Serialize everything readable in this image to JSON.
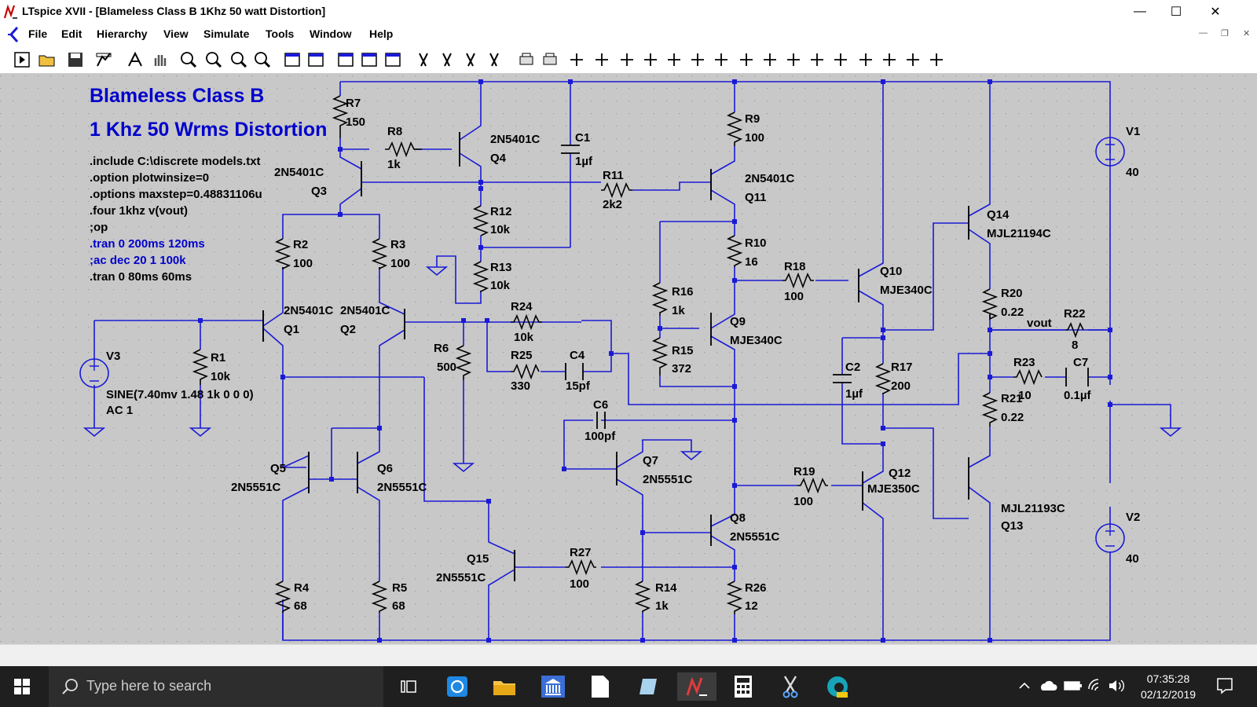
{
  "window": {
    "title": "LTspice XVII - [Blameless Class B 1Khz 50 watt Distortion]",
    "minimize": "—",
    "maximize": "☐",
    "close": "✕"
  },
  "menu": [
    "File",
    "Edit",
    "Hierarchy",
    "View",
    "Simulate",
    "Tools",
    "Window",
    "Help"
  ],
  "toolbar_icons": [
    "run",
    "open",
    "save",
    "control-panel",
    "run-sim",
    "pan",
    "zoom-in",
    "zoom-fit",
    "zoom-out",
    "zoom-cancel",
    "tile-horizontal",
    "tile-vertical",
    "window-a",
    "window-b",
    "window-c",
    "cut",
    "copy",
    "paste",
    "find",
    "print",
    "print-setup",
    "draw-wire",
    "ground",
    "label-net",
    "resistor",
    "capacitor",
    "inductor",
    "diode",
    "component",
    "move",
    "drag",
    "undo",
    "redo",
    "rotate",
    "mirror",
    "text",
    "spice-directive"
  ],
  "schematic": {
    "title_line1": "Blameless Class B",
    "title_line2": "1 Khz 50 Wrms Distortion",
    "directives": [
      {
        "text": ".include C:\\discrete models.txt",
        "color": "#000000"
      },
      {
        "text": ".option plotwinsize=0",
        "color": "#000000"
      },
      {
        "text": ".options maxstep=0.48831106u",
        "color": "#000000"
      },
      {
        "text": ".four 1khz v(vout)",
        "color": "#000000"
      },
      {
        "text": ";op",
        "color": "#000000"
      },
      {
        "text": ".tran 0 200ms 120ms",
        "color": "#0000cc"
      },
      {
        "text": ";ac dec 20 1 100k",
        "color": "#0000cc"
      },
      {
        "text": ".tran 0 80ms 60ms",
        "color": "#000000"
      }
    ],
    "labels": {
      "R7": "R7",
      "R7v": "150",
      "R8": "R8",
      "R8v": "1k",
      "Q3p": "2N5401C",
      "Q3": "Q3",
      "Q4p": "2N5401C",
      "Q4": "Q4",
      "C1": "C1",
      "C1v": "1µf",
      "R12": "R12",
      "R12v": "10k",
      "R13": "R13",
      "R13v": "10k",
      "R9": "R9",
      "R9v": "100",
      "R11": "R11",
      "R11v": "2k2",
      "Q11p": "2N5401C",
      "Q11": "Q11",
      "R10": "R10",
      "R10v": "16",
      "R16": "R16",
      "R16v": "1k",
      "R18": "R18",
      "R18v": "100",
      "Q10": "Q10",
      "Q10p": "MJE340C",
      "Q9": "Q9",
      "Q9p": "MJE340C",
      "R15": "R15",
      "R15v": "372",
      "C2": "C2",
      "C2v": "1µf",
      "R17": "R17",
      "R17v": "200",
      "Q14": "Q14",
      "Q14p": "MJL21194C",
      "R20": "R20",
      "R20v": "0.22",
      "R22": "R22",
      "R22v": "8",
      "vout": "vout",
      "R23": "R23",
      "R23v": "10",
      "C7": "C7",
      "C7v": "0.1µf",
      "R21": "R21",
      "R21v": "0.22",
      "V1": "V1",
      "V1v": "40",
      "V2": "V2",
      "V2v": "40",
      "Q13": "Q13",
      "Q13p": "MJL21193C",
      "R2": "R2",
      "R2v": "100",
      "R3": "R3",
      "R3v": "100",
      "Q1p": "2N5401C",
      "Q2p": "2N5401C",
      "Q1": "Q1",
      "Q2": "Q2",
      "R24": "R24",
      "R24v": "10k",
      "R25": "R25",
      "R25v": "330",
      "C4": "C4",
      "C4v": "15pf",
      "R6": "R6",
      "R6v": "500",
      "V3": "V3",
      "V3src": "SINE(7.40mv 1.48 1k 0 0 0)",
      "V3ac": "AC 1",
      "R1": "R1",
      "R1v": "10k",
      "C6": "C6",
      "C6v": "100pf",
      "Q7": "Q7",
      "Q7p": "2N5551C",
      "Q5": "Q5",
      "Q5p": "2N5551C",
      "Q6": "Q6",
      "Q6p": "2N5551C",
      "R19": "R19",
      "R19v": "100",
      "Q12": "Q12",
      "Q12p": "MJE350C",
      "Q8": "Q8",
      "Q8p": "2N5551C",
      "Q15": "Q15",
      "Q15p": "2N5551C",
      "R27": "R27",
      "R27v": "100",
      "R14": "R14",
      "R14v": "1k",
      "R26": "R26",
      "R26v": "12",
      "R4": "R4",
      "R4v": "68",
      "R5": "R5",
      "R5v": "68"
    },
    "colors": {
      "wire": "#1a1ad6",
      "background": "#c8c8c8",
      "node": "#1a1ad6",
      "component": "#000000"
    }
  },
  "taskbar": {
    "search_placeholder": "Type here to search",
    "time": "07:35:28",
    "date": "02/12/2019"
  }
}
